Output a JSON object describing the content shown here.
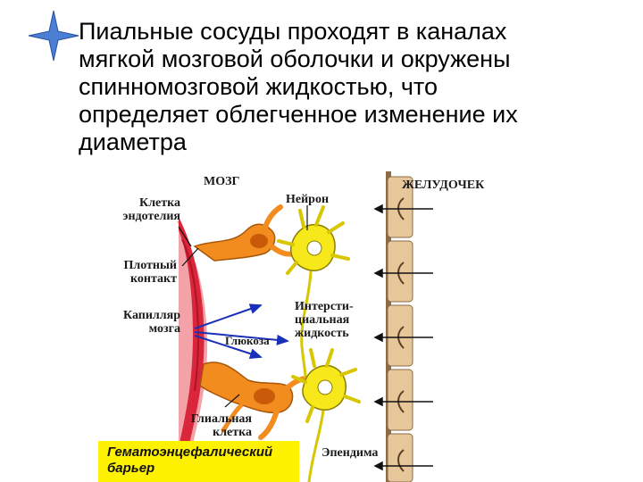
{
  "title_lines": [
    "Пиальные сосуды проходят в каналах",
    "мягкой мозговой оболочки и окружены",
    "спинномозговой жидкостью, что",
    "определяет облегченное изменение их",
    "диаметра"
  ],
  "labels": {
    "brain": "МОЗГ",
    "ventricle": "ЖЕЛУДОЧЕК",
    "endothelial_cell": [
      "Клетка",
      "эндотелия"
    ],
    "tight_junction": [
      "Плотный",
      "контакт"
    ],
    "brain_capillary": [
      "Капилляр",
      "мозга"
    ],
    "neuron": "Нейрон",
    "interstitial_fluid": [
      "Интерсти-",
      "циальная",
      "жидкость"
    ],
    "glucose": "Глюкоза",
    "glial_cell": [
      "Глиальная",
      "клетка"
    ],
    "ependyma": "Эпендима",
    "blood_brain_barrier": [
      "Гематоэнцефалический",
      "барьер"
    ]
  },
  "colors": {
    "capillary": "#d9263a",
    "glial": "#f28c1e",
    "neuron": "#f7e81c",
    "arrows": "#1a2fb8",
    "ependyma": "#e6c79a",
    "barrier_box": "#fff200"
  }
}
